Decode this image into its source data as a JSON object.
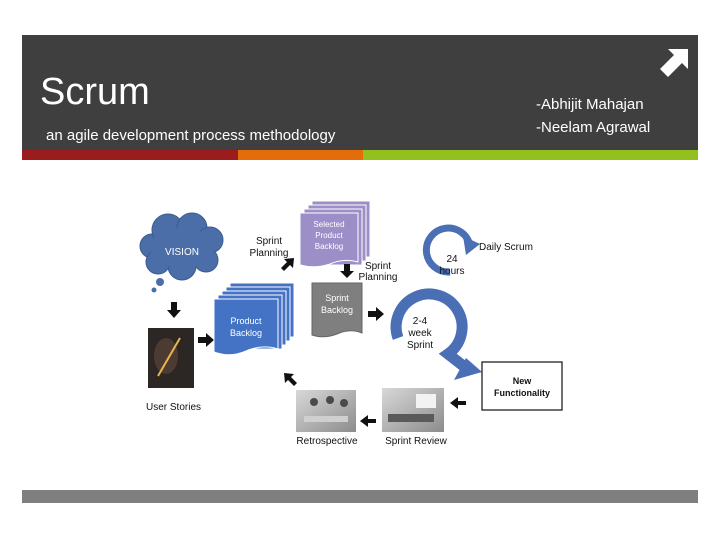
{
  "slide": {
    "title": "Scrum",
    "subtitle": "an agile development process methodology",
    "authors": [
      "-Abhijit Mahajan",
      "-Neelam Agrawal"
    ]
  },
  "colors": {
    "header_bg": "#3f3f3f",
    "band_red": "#9b1c1c",
    "band_orange": "#e46c0a",
    "band_green": "#92c01f",
    "footer_bar": "#7f7f7f",
    "vision_cloud": "#4b6ea9",
    "product_backlog": "#4472c4",
    "selected_backlog": "#9c8fc8",
    "sprint_backlog": "#7f7f7f",
    "cycle_arrows": "#4a6fb5"
  },
  "icons": {
    "corner": "arrow-up-right-icon"
  },
  "diagram": {
    "vision": "VISION",
    "user_stories": "User Stories",
    "product_backlog": [
      "Product",
      "Backlog"
    ],
    "sprint_planning_1": [
      "Sprint",
      "Planning"
    ],
    "selected_backlog": [
      "Selected",
      "Product",
      "Backlog"
    ],
    "sprint_planning_2": [
      "Sprint",
      "Planning"
    ],
    "sprint_backlog": [
      "Sprint",
      "Backlog"
    ],
    "daily_scrum": "Daily Scrum",
    "hours": [
      "24",
      "hours"
    ],
    "week_sprint": [
      "2-4",
      "week",
      "Sprint"
    ],
    "new_functionality": [
      "New",
      "Functionality"
    ],
    "sprint_review": "Sprint Review",
    "retrospective": "Retrospective"
  }
}
